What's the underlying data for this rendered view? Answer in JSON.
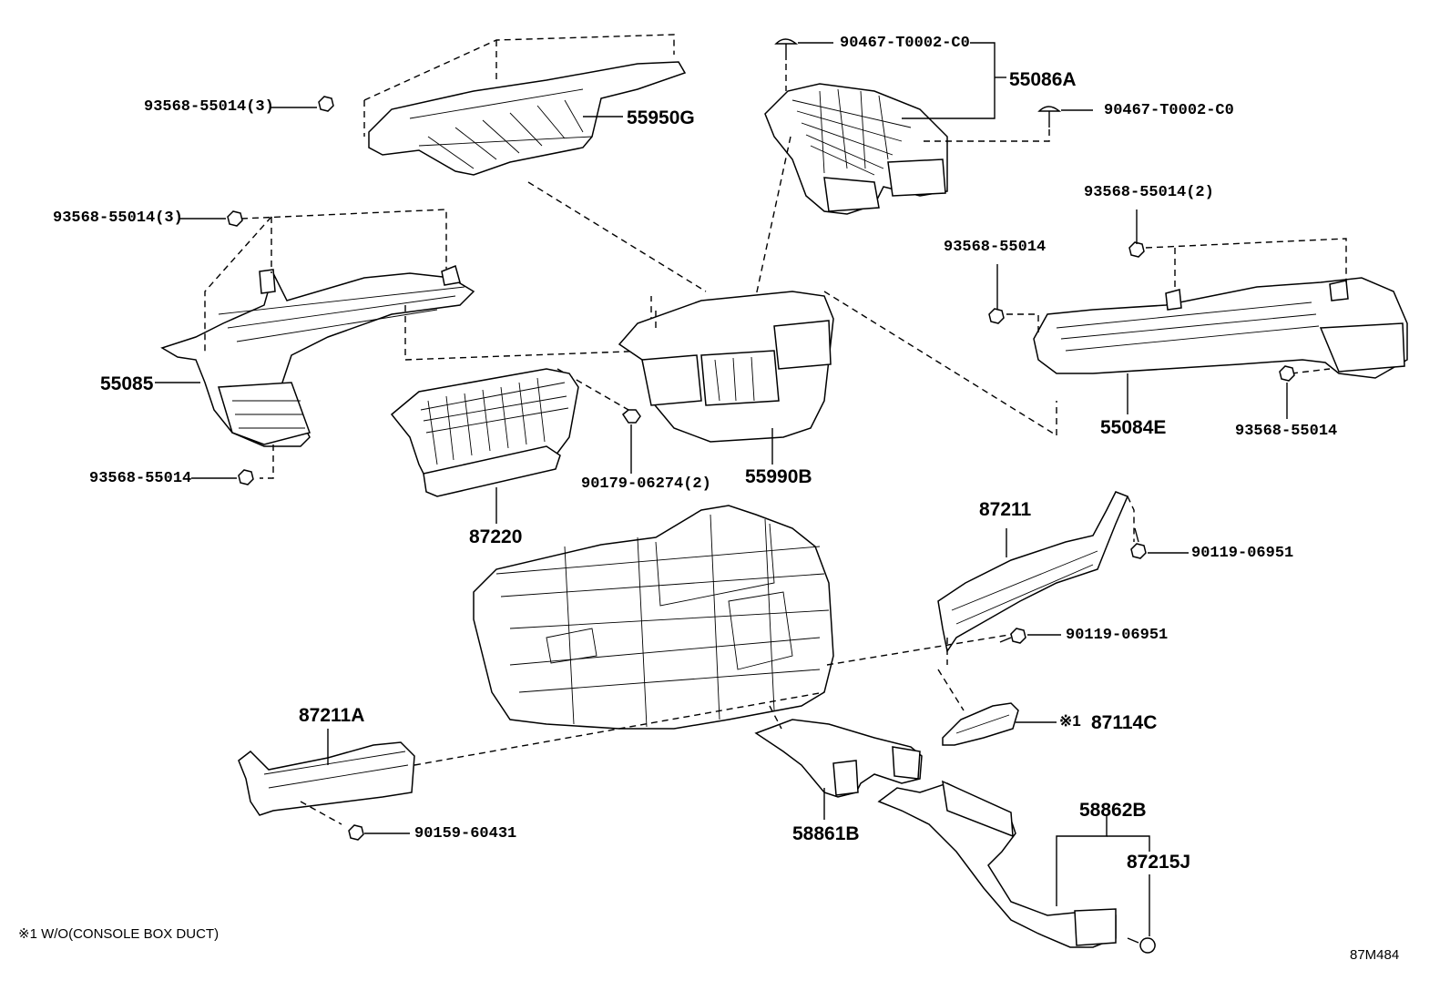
{
  "labels": {
    "p93568_55014_3_top": "93568-55014(3)",
    "p55950G": "55950G",
    "p90467_a": "90467-T0002-C0",
    "p55086A": "55086A",
    "p90467_b": "90467-T0002-C0",
    "p93568_55014_3_left": "93568-55014(3)",
    "p93568_55014_2": "93568-55014(2)",
    "p93568_55014_right": "93568-55014",
    "p55085": "55085",
    "p55084E": "55084E",
    "p93568_55014_right2": "93568-55014",
    "p93568_55014_left": "93568-55014",
    "p90179": "90179-06274(2)",
    "p55990B": "55990B",
    "p87220": "87220",
    "p87211": "87211",
    "p90119_a": "90119-06951",
    "p90119_b": "90119-06951",
    "p87211A": "87211A",
    "p87114C": "87114C",
    "p87114C_mark": "※1",
    "p90159": "90159-60431",
    "p58861B": "58861B",
    "p58862B": "58862B",
    "p87215J": "87215J"
  },
  "footnote": "※1 W/O(CONSOLE BOX DUCT)",
  "drawing_ref": "87M484"
}
